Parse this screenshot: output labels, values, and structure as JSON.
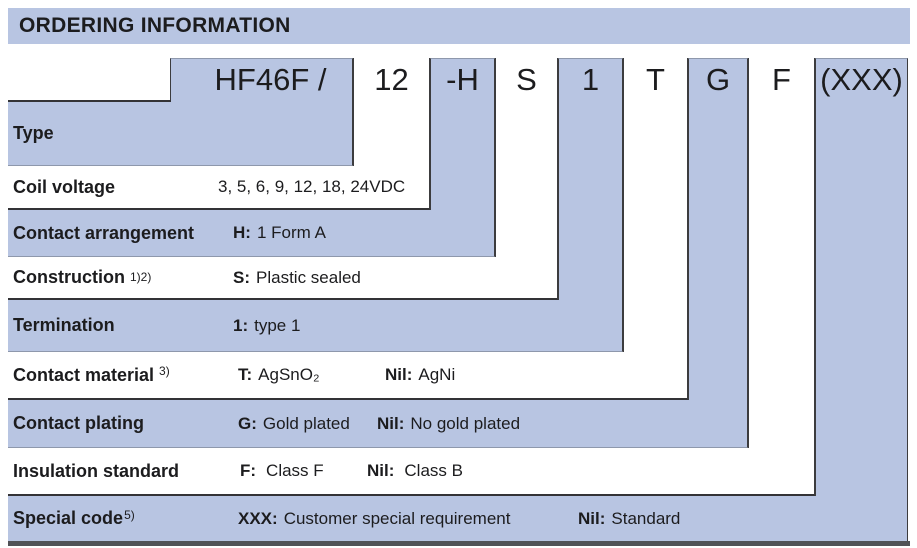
{
  "title": "ORDERING INFORMATION",
  "part_code": {
    "segments": [
      {
        "code": "HF46F /"
      },
      {
        "code": "12"
      },
      {
        "code": "-H"
      },
      {
        "code": "S"
      },
      {
        "code": "1"
      },
      {
        "code": "T"
      },
      {
        "code": "G"
      },
      {
        "code": "F"
      },
      {
        "code": "(XXX)"
      }
    ]
  },
  "rows": [
    {
      "label": "Type"
    },
    {
      "label": "Coil voltage",
      "value_plain": "3, 5, 6, 9, 12, 18, 24VDC"
    },
    {
      "label": "Contact arrangement",
      "values": [
        {
          "code": "H:",
          "text": "1 Form A"
        }
      ]
    },
    {
      "label": "Construction",
      "label_note": "1)2)",
      "values": [
        {
          "code": "S:",
          "text": "Plastic sealed"
        }
      ]
    },
    {
      "label": "Termination",
      "values": [
        {
          "code": "1:",
          "text": "type 1"
        }
      ]
    },
    {
      "label": "Contact material",
      "label_note": "3)",
      "values": [
        {
          "code": "T:",
          "text": "AgSnO₂"
        },
        {
          "code": "Nil:",
          "text": "AgNi"
        }
      ]
    },
    {
      "label": "Contact plating",
      "values": [
        {
          "code": "G:",
          "text": "Gold plated"
        },
        {
          "code": "Nil:",
          "text": "No gold plated"
        }
      ]
    },
    {
      "label": "Insulation standard",
      "values": [
        {
          "code": "F:",
          "text": "Class F"
        },
        {
          "code": "Nil:",
          "text": "Class B"
        }
      ]
    },
    {
      "label": "Special code",
      "label_note": "5)",
      "values": [
        {
          "code": "XXX:",
          "text": "Customer special requirement"
        },
        {
          "code": "Nil:",
          "text": "Standard"
        }
      ]
    }
  ],
  "colors": {
    "band_blue": "#b8c5e2",
    "border_dark": "#3c3c3e",
    "border_soft": "#8e98ac",
    "bottom_bar": "#515257",
    "text": "#1c1c1e"
  }
}
